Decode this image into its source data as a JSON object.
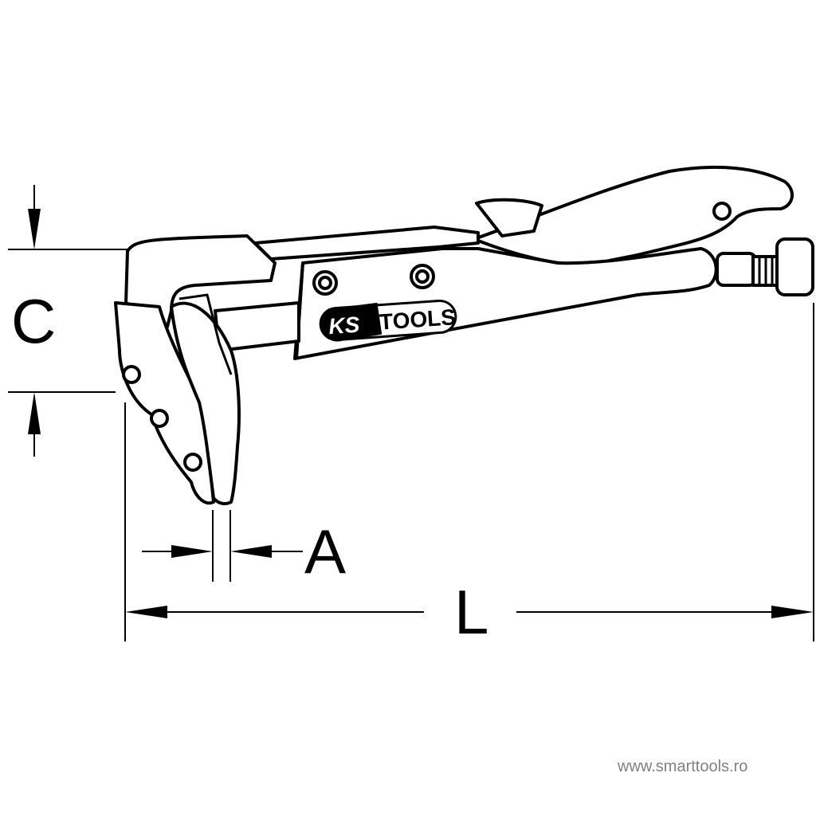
{
  "diagram": {
    "dimensions": {
      "c_label": "C",
      "a_label": "A",
      "l_label": "L"
    },
    "logo": {
      "brand": "KS TOOLS",
      "brand_left": "KS",
      "brand_right": "TOOLS"
    },
    "colors": {
      "line": "#000000",
      "watermark": "#808080"
    }
  },
  "watermark": "www.smarttools.ro"
}
